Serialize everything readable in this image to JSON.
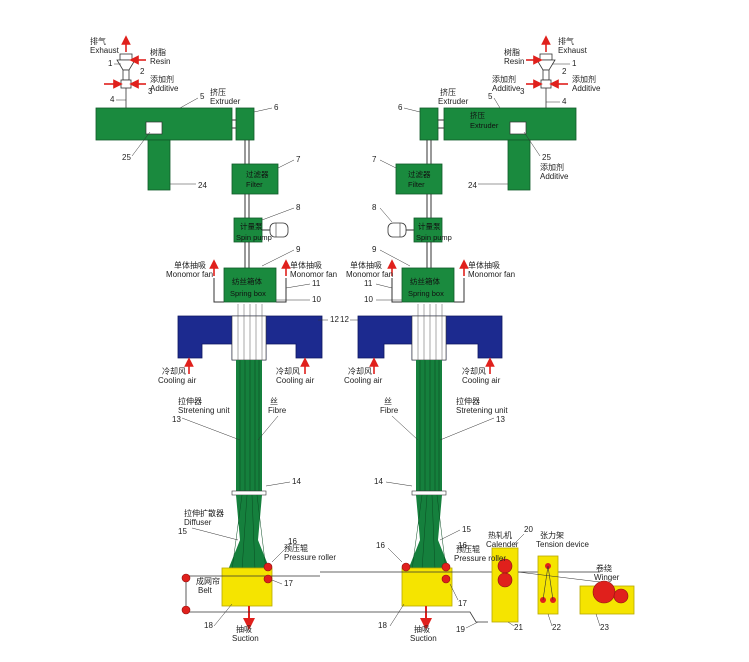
{
  "colors": {
    "extruder_green": "#1a8a3e",
    "spinneret_blue": "#1c2a8f",
    "stream_green": "#15803d",
    "box_yellow": "#f5e400",
    "roller_red": "#e0201c",
    "arrow_red": "#e0201c"
  },
  "icons": {
    "up_arrow": "up-arrow-icon",
    "down_arrow": "down-arrow-icon",
    "left_arrow": "left-arrow-icon",
    "right_arrow": "right-arrow-icon",
    "motor": "motor-icon"
  },
  "left": {
    "exhaust": {
      "cn": "排气",
      "en": "Exhaust"
    },
    "resin": {
      "cn": "树脂",
      "en": "Resin"
    },
    "additive": {
      "cn": "添加剂",
      "en": "Additive"
    },
    "extruder": {
      "cn": "挤压",
      "en": "Extruder"
    },
    "filter": {
      "cn": "过滤器",
      "en": "Filter"
    },
    "spin_pump": {
      "cn": "计量泵",
      "en": "Spin pump"
    },
    "monomer_fan_left": {
      "cn": "单体抽吸",
      "en": "Monomor fan"
    },
    "monomer_fan_right": {
      "cn": "单体抽吸",
      "en": "Monomor fan"
    },
    "spring_box": {
      "cn": "纺丝箱体",
      "en": "Spring box"
    },
    "cooling_air_left": {
      "cn": "冷却风",
      "en": "Cooling air"
    },
    "cooling_air_right": {
      "cn": "冷却风",
      "en": "Cooling air"
    },
    "stretching_unit": {
      "cn": "拉伸器",
      "en": "Stretening unit"
    },
    "fibre": {
      "cn": "丝",
      "en": "Fibre"
    },
    "diffuser": {
      "cn": "拉伸扩散器",
      "en": "Diffuser"
    },
    "pressure_roller": {
      "cn": "预压辊",
      "en": "Pressure roller"
    },
    "belt": {
      "cn": "成网帘",
      "en": "Belt"
    },
    "suction": {
      "cn": "抽吸",
      "en": "Suction"
    },
    "nums": {
      "n1": "1",
      "n2": "2",
      "n3": "3",
      "n4": "4",
      "n5": "5",
      "n6": "6",
      "n7": "7",
      "n8": "8",
      "n9": "9",
      "n10": "10",
      "n11": "11",
      "n12": "12",
      "n13": "13",
      "n14": "14",
      "n15": "15",
      "n16": "16",
      "n17": "17",
      "n18": "18",
      "n24": "24",
      "n25": "25"
    }
  },
  "right": {
    "exhaust": {
      "cn": "排气",
      "en": "Exhaust"
    },
    "resin": {
      "cn": "树脂",
      "en": "Resin"
    },
    "additive_top": {
      "cn": "添加剂",
      "en": "Additive"
    },
    "additive_top2": {
      "cn": "添加剂",
      "en": "Additive"
    },
    "extruder": {
      "cn": "挤压",
      "en": "Extruder"
    },
    "additive_lower": {
      "cn": "添加剂",
      "en": "Additive"
    },
    "filter": {
      "cn": "过滤器",
      "en": "Filter"
    },
    "spin_pump": {
      "cn": "计量泵",
      "en": "Spin pump"
    },
    "monomer_fan_left": {
      "cn": "单体抽吸",
      "en": "Monomor fan"
    },
    "monomer_fan_right": {
      "cn": "单体抽吸",
      "en": "Monomor fan"
    },
    "spring_box": {
      "cn": "纺丝箱体",
      "en": "Spring box"
    },
    "cooling_air_left": {
      "cn": "冷却风",
      "en": "Cooling air"
    },
    "cooling_air_right": {
      "cn": "冷却风",
      "en": "Cooling air"
    },
    "fibre": {
      "cn": "丝",
      "en": "Fibre"
    },
    "stretching_unit": {
      "cn": "拉伸器",
      "en": "Stretening unit"
    },
    "pressure_roller": {
      "cn": "预压辊",
      "en": "Pressure roller"
    },
    "suction": {
      "cn": "抽吸",
      "en": "Suction"
    },
    "calender": {
      "cn": "热轧机",
      "en": "Calender"
    },
    "tension_device": {
      "cn": "张力架",
      "en": "Tension device"
    },
    "winger": {
      "cn": "卷绕",
      "en": "Winger"
    },
    "nums": {
      "n1": "1",
      "n2": "2",
      "n3": "3",
      "n4": "4",
      "n5": "5",
      "n6": "6",
      "n7": "7",
      "n8": "8",
      "n9": "9",
      "n10": "10",
      "n11": "11",
      "n12": "12",
      "n13": "13",
      "n14": "14",
      "n15": "15",
      "n16": "16",
      "n17": "17",
      "n18": "18",
      "n19": "19",
      "n20": "20",
      "n21": "21",
      "n22": "22",
      "n23": "23",
      "n24": "24",
      "n25": "25"
    }
  }
}
